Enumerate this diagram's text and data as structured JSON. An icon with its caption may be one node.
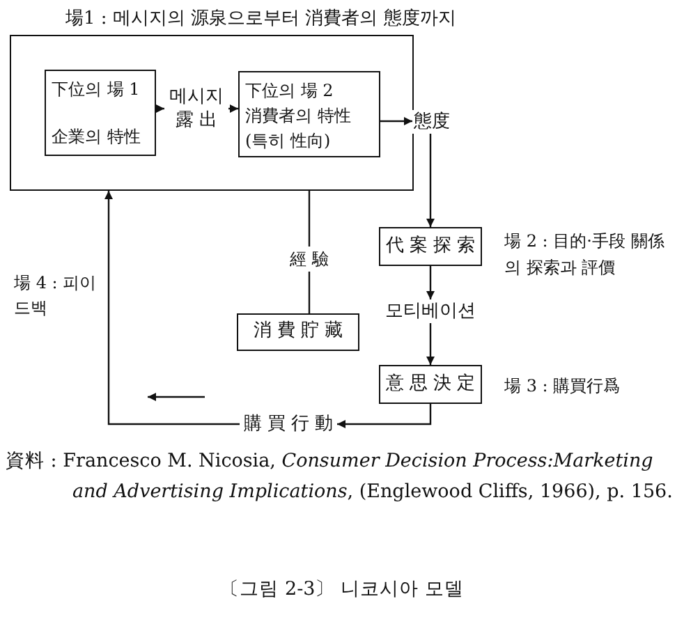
{
  "diagram": {
    "title": "資料 : Francesco M. Nicosia, *Consumer Decision Process:Marketing and Advertising Implications*, (Englewood Cliffs, 1966), p. 156.",
    "caption": "〔그림 2-3〕 니코시아 모델",
    "nodes": [
      {
        "text": [
          "場1 : 메시지의 源泉으로부터 消費者의 態度까지"
        ]
      },
      {
        "text": [
          "下位의 場 1",
          "企業의 特性"
        ],
        "in": 0
      },
      {
        "text": [
          "메시지 露 出"
        ],
        "in": 0
      },
      {
        "text": [
          "下位의 場 2",
          "消費者의 特性 (특히 性向)"
        ],
        "in": 0
      },
      {
        "text": [
          "態度"
        ]
      },
      {
        "text": [
          "代 案 探 索"
        ],
        "beside": [
          "場 2 : 目的·手段 關係의 探索과 評價"
        ]
      },
      {
        "text": [
          "모티베이션"
        ]
      },
      {
        "text": [
          "意 思 決 定"
        ],
        "beside": [
          "場 3 : 購買行爲"
        ]
      },
      {
        "text": [
          "購 買 行 動"
        ]
      },
      {
        "text": [
          "消 費 貯 藏"
        ]
      }
    ],
    "edges": [
      {
        "from": 1,
        "to": 2,
        "arrow": "to"
      },
      {
        "from": 2,
        "to": 3,
        "arrow": "to"
      },
      {
        "from": 3,
        "to": 4,
        "arrow": "to"
      },
      {
        "from": 4,
        "to": 5,
        "arrow": "to"
      },
      {
        "from": 5,
        "to": 6,
        "arrow": "to"
      },
      {
        "from": 6,
        "to": 7,
        "arrow": "to"
      },
      {
        "from": 7,
        "to": 8,
        "arrow": "to"
      },
      {
        "from": 8,
        "to": 0,
        "arrow": "to",
        "label": "場 4 : 피이드백"
      },
      {
        "from": 9,
        "to": 0,
        "arrow": "none",
        "label": "經 驗"
      }
    ]
  }
}
